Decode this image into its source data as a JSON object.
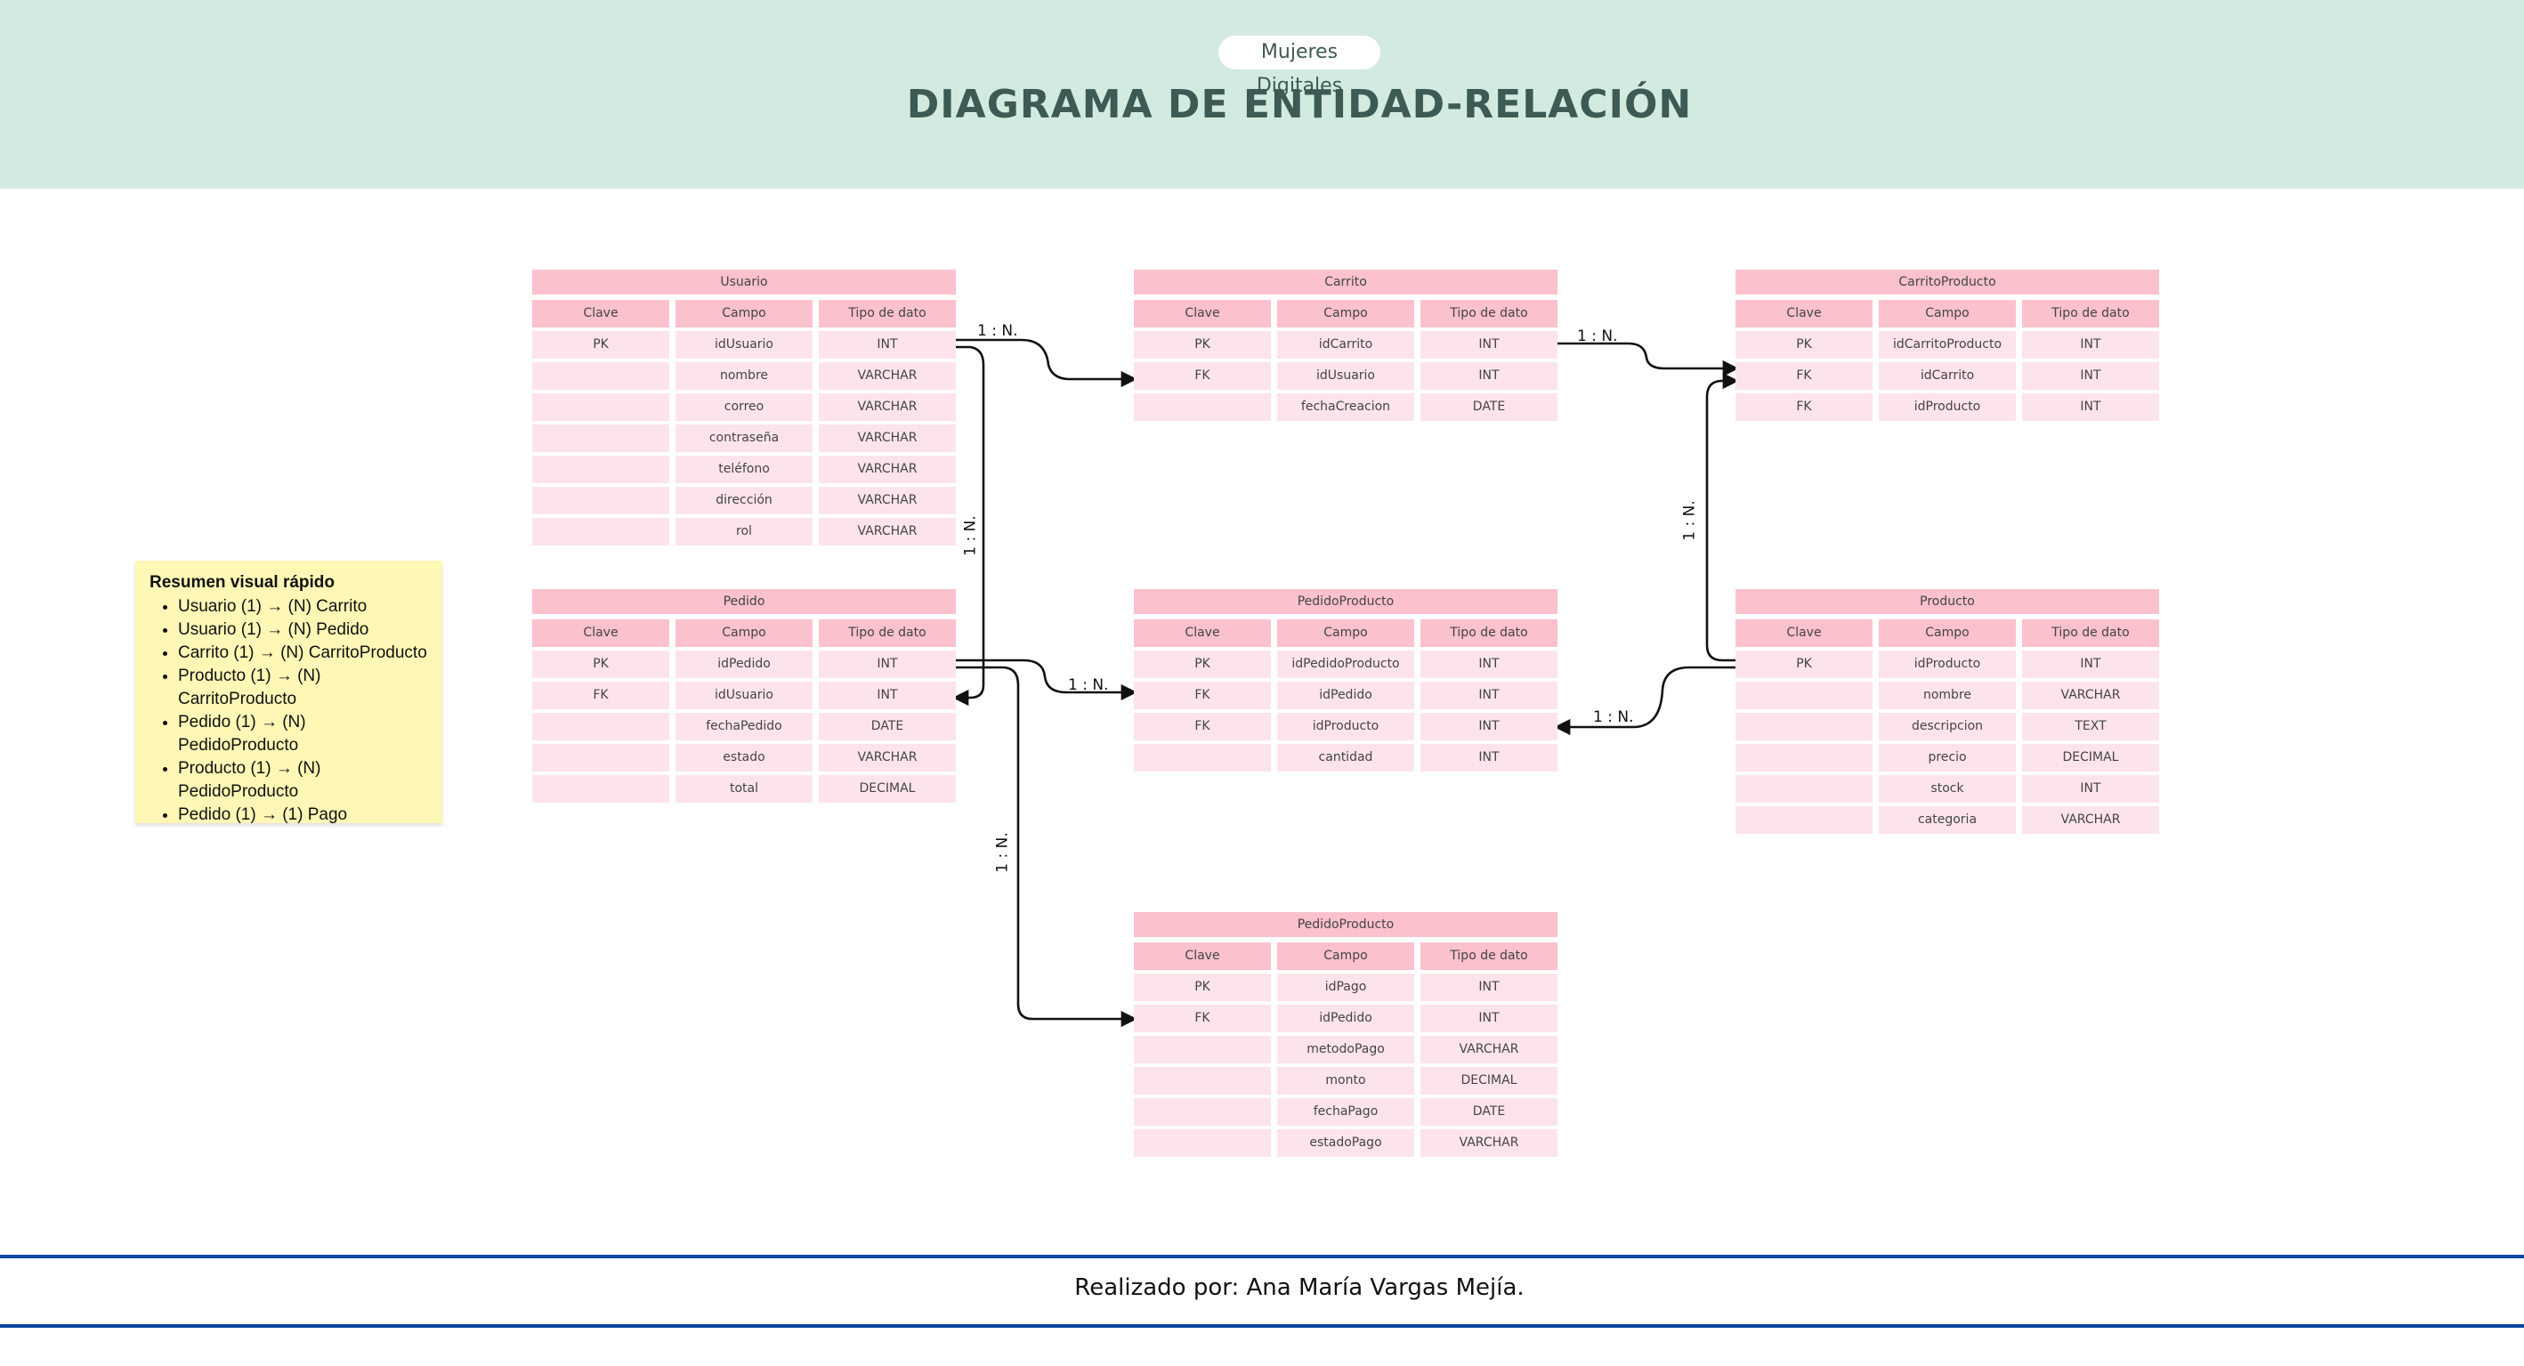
{
  "header": {
    "badge": "Mujeres Digitales",
    "title": "DIAGRAMA DE ENTIDAD-RELACIÓN"
  },
  "summary": {
    "title": "Resumen visual rápido",
    "items": [
      "Usuario (1) → (N) Carrito",
      "Usuario (1) → (N) Pedido",
      "Carrito (1) → (N) CarritoProducto",
      "Producto (1) → (N) CarritoProducto",
      "Pedido (1) → (N) PedidoProducto",
      "Producto (1) → (N) PedidoProducto",
      "Pedido (1) → (1) Pago"
    ]
  },
  "columns": [
    "Clave",
    "Campo",
    "Tipo de dato"
  ],
  "tables": [
    {
      "id": "usuario",
      "name": "Usuario",
      "rows": [
        [
          "PK",
          "idUsuario",
          "INT"
        ],
        [
          "",
          "nombre",
          "VARCHAR"
        ],
        [
          "",
          "correo",
          "VARCHAR"
        ],
        [
          "",
          "contraseña",
          "VARCHAR"
        ],
        [
          "",
          "teléfono",
          "VARCHAR"
        ],
        [
          "",
          "dirección",
          "VARCHAR"
        ],
        [
          "",
          "rol",
          "VARCHAR"
        ]
      ]
    },
    {
      "id": "carrito",
      "name": "Carrito",
      "rows": [
        [
          "PK",
          "idCarrito",
          "INT"
        ],
        [
          "FK",
          "idUsuario",
          "INT"
        ],
        [
          "",
          "fechaCreacion",
          "DATE"
        ]
      ]
    },
    {
      "id": "carritoproducto",
      "name": "CarritoProducto",
      "rows": [
        [
          "PK",
          "idCarritoProducto",
          "INT"
        ],
        [
          "FK",
          "idCarrito",
          "INT"
        ],
        [
          "FK",
          "idProducto",
          "INT"
        ]
      ]
    },
    {
      "id": "pedido",
      "name": "Pedido",
      "rows": [
        [
          "PK",
          "idPedido",
          "INT"
        ],
        [
          "FK",
          "idUsuario",
          "INT"
        ],
        [
          "",
          "fechaPedido",
          "DATE"
        ],
        [
          "",
          "estado",
          "VARCHAR"
        ],
        [
          "",
          "total",
          "DECIMAL"
        ]
      ]
    },
    {
      "id": "pedidoproducto",
      "name": "PedidoProducto",
      "rows": [
        [
          "PK",
          "idPedidoProducto",
          "INT"
        ],
        [
          "FK",
          "idPedido",
          "INT"
        ],
        [
          "FK",
          "idProducto",
          "INT"
        ],
        [
          "",
          "cantidad",
          "INT"
        ]
      ]
    },
    {
      "id": "producto",
      "name": "Producto",
      "rows": [
        [
          "PK",
          "idProducto",
          "INT"
        ],
        [
          "",
          "nombre",
          "VARCHAR"
        ],
        [
          "",
          "descripcion",
          "TEXT"
        ],
        [
          "",
          "precio",
          "DECIMAL"
        ],
        [
          "",
          "stock",
          "INT"
        ],
        [
          "",
          "categoria",
          "VARCHAR"
        ]
      ]
    },
    {
      "id": "pago",
      "name": "PedidoProducto",
      "rows": [
        [
          "PK",
          "idPago",
          "INT"
        ],
        [
          "FK",
          "idPedido",
          "INT"
        ],
        [
          "",
          "metodoPago",
          "VARCHAR"
        ],
        [
          "",
          "monto",
          "DECIMAL"
        ],
        [
          "",
          "fechaPago",
          "DATE"
        ],
        [
          "",
          "estadoPago",
          "VARCHAR"
        ]
      ]
    }
  ],
  "relations": {
    "usuario_carrito": "1 : N.",
    "usuario_pedido": "1 : N.",
    "carrito_carritoproducto": "1 : N.",
    "producto_carritoproducto": "1 : N.",
    "pedido_pedidoproducto": "1 : N.",
    "producto_pedidoproducto": "1 : N.",
    "pedido_pago": "1 : N."
  },
  "footer": {
    "credit": "Realizado por: Ana María Vargas Mejía."
  }
}
